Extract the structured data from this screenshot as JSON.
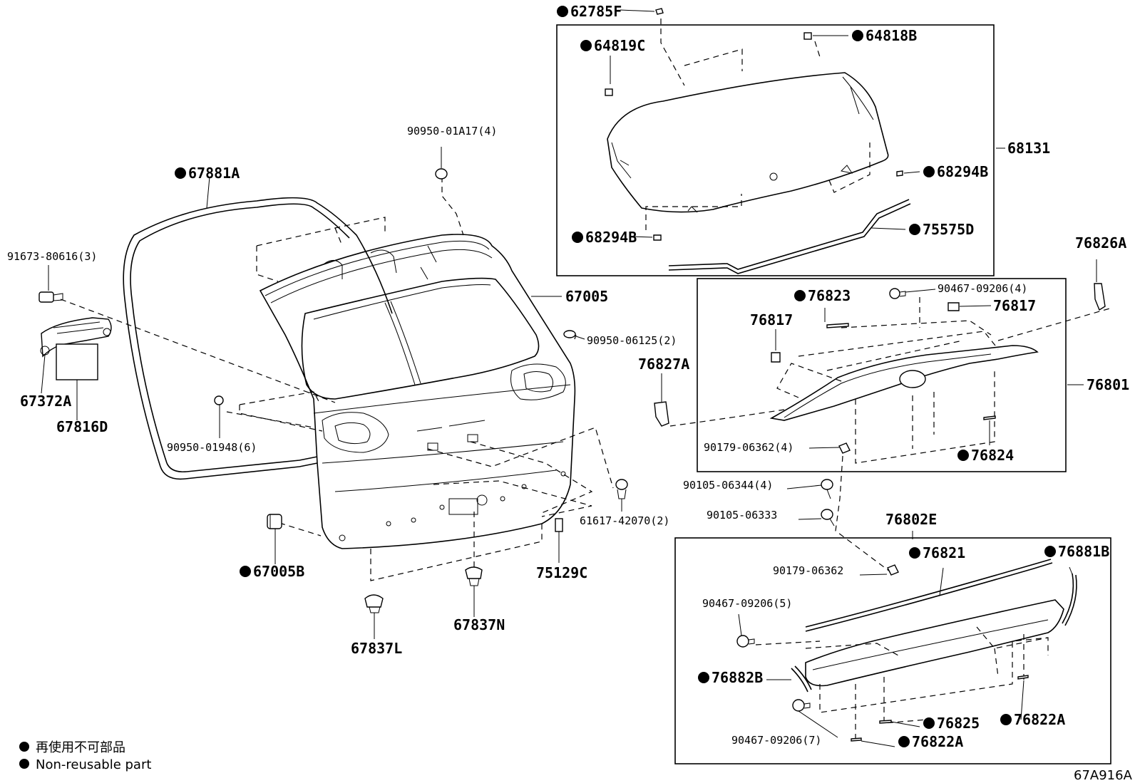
{
  "labels": {
    "p62785F": "62785F",
    "p64819C": "64819C",
    "p64818B": "64818B",
    "p68131": "68131",
    "p68294B_r": "68294B",
    "p68294B_l": "68294B",
    "p75575D": "75575D",
    "p90950_01A17": "90950-01A17(4)",
    "p67881A": "67881A",
    "p91673": "91673-80616(3)",
    "p67005": "67005",
    "p90950_06125": "90950-06125(2)",
    "p67372A": "67372A",
    "p67816D": "67816D",
    "p90950_01948": "90950-01948(6)",
    "p61617": "61617-42070(2)",
    "p67005B": "67005B",
    "p75129C": "75129C",
    "p67837N": "67837N",
    "p67837L": "67837L",
    "p76826A": "76826A",
    "p76823": "76823",
    "p90467_09206_4": "90467-09206(4)",
    "p76817_r": "76817",
    "p76817_l": "76817",
    "p76827A": "76827A",
    "p76801": "76801",
    "p90179_06362_4": "90179-06362(4)",
    "p76824": "76824",
    "p90105_06344": "90105-06344(4)",
    "p90105_06333": "90105-06333",
    "p76802E": "76802E",
    "p90179_06362": "90179-06362",
    "p76821": "76821",
    "p76881B": "76881B",
    "p90467_09206_5": "90467-09206(5)",
    "p76882B": "76882B",
    "p76825": "76825",
    "p76822A_r": "76822A",
    "p90467_09206_7": "90467-09206(7)",
    "p76822A_b": "76822A"
  },
  "legend": {
    "jp": "再使用不可部品",
    "en": "Non-reusable part"
  },
  "figure_code": "67A916A"
}
